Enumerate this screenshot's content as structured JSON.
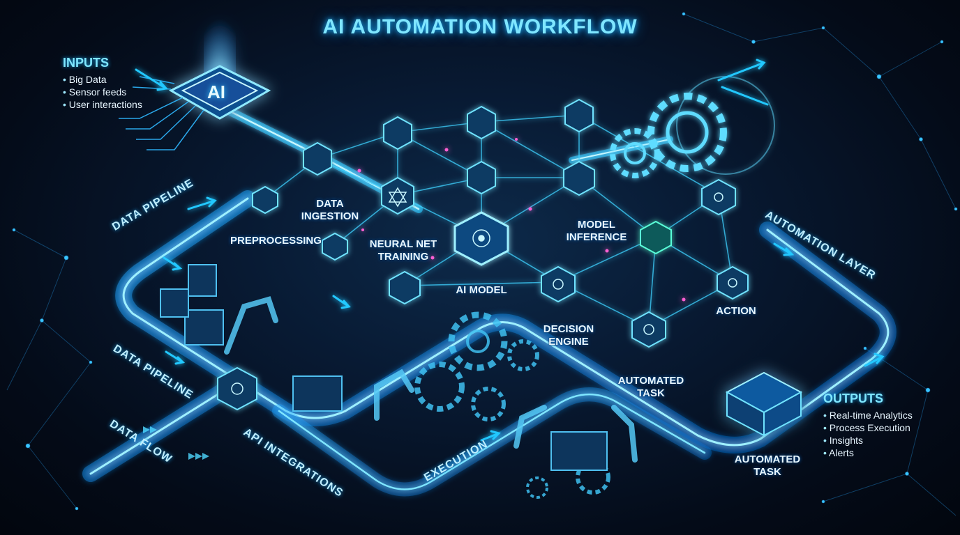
{
  "title": "AI AUTOMATION WORKFLOW",
  "chip_label": "AI",
  "inputs": {
    "title": "INPUTS",
    "items": [
      "Big Data",
      "Sensor feeds",
      "User interactions"
    ]
  },
  "outputs": {
    "title": "OUTPUTS",
    "items": [
      "Real-time Analytics",
      "Process Execution",
      "Insights",
      "Alerts"
    ]
  },
  "nodes": {
    "data_ingestion": [
      "DATA",
      "INGESTION"
    ],
    "preprocessing": [
      "PREPROCESSING"
    ],
    "neural_net_training": [
      "NEURAL NET",
      "TRAINING"
    ],
    "ai_model": [
      "AI MODEL"
    ],
    "model_inference": [
      "MODEL",
      "INFERENCE"
    ],
    "decision_engine": [
      "DECISION",
      "ENGINE"
    ],
    "action": [
      "ACTION"
    ],
    "automated_task_1": [
      "AUTOMATED",
      "TASK"
    ],
    "automated_task_2": [
      "AUTOMATED",
      "TASK"
    ]
  },
  "road_labels": {
    "data_pipeline_1": "DATA PIPELINE",
    "data_pipeline_2": "DATA PIPELINE",
    "data_flow": "DATA FLOW",
    "api_integrations": "API INTEGRATIONS",
    "execution": "EXECUTION",
    "automation_layer": "AUTOMATION LAYER"
  },
  "colors": {
    "accent": "#22c8ff",
    "accent_soft": "#7fe6ff",
    "highlight": "#ff5fd2",
    "background": "#040b18"
  }
}
